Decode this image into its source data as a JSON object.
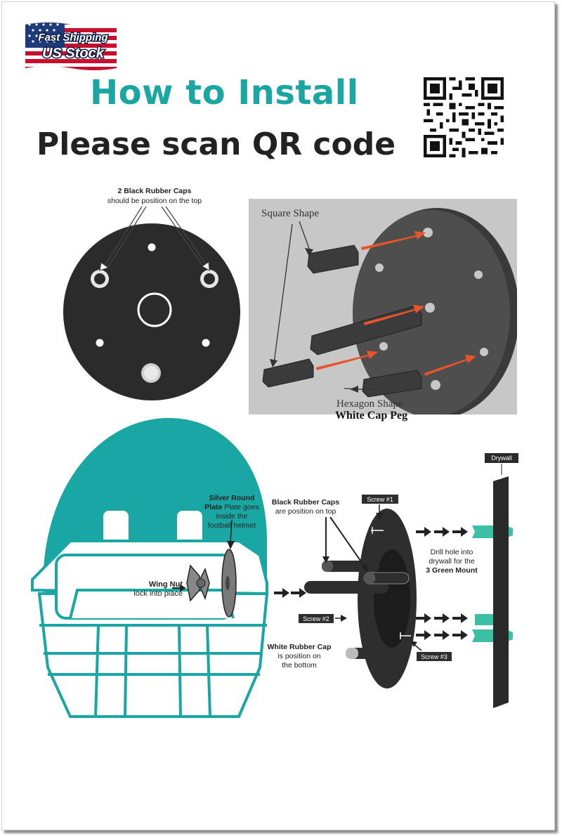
{
  "badge": {
    "line1": "Fast Shipping",
    "line2": "US Stock"
  },
  "header": {
    "title": "How to Install",
    "subtitle": "Please scan QR code"
  },
  "top_left": {
    "caption_bold": "2 Black Rubber Caps",
    "caption_rest": "should be position on the top"
  },
  "top_right": {
    "square_label": "Square Shape",
    "hexagon_label": "Hexagon Shape",
    "white_cap_label": "White Cap Peg"
  },
  "bottom": {
    "plate_label": [
      "Silver Round",
      "Plate goes",
      "inside the",
      "football helmet"
    ],
    "wing_nut": {
      "bold": "Wing Nut",
      "rest": "lock into place"
    },
    "black_caps": {
      "bold": "Black Rubber Caps",
      "rest": "are position on top"
    },
    "screw1": "Screw #1",
    "screw2": "Screw #2",
    "screw3": "Screw #3",
    "white_cap": [
      "White Rubber Cap",
      "is position on",
      "the bottom"
    ],
    "drywall": "Drywall",
    "drill": [
      "Drill hole into",
      "drywall for the",
      "3 Green Mount"
    ]
  },
  "colors": {
    "teal": "#1aa6a3",
    "dark": "#222222",
    "red_arrow": "#e8542a"
  }
}
